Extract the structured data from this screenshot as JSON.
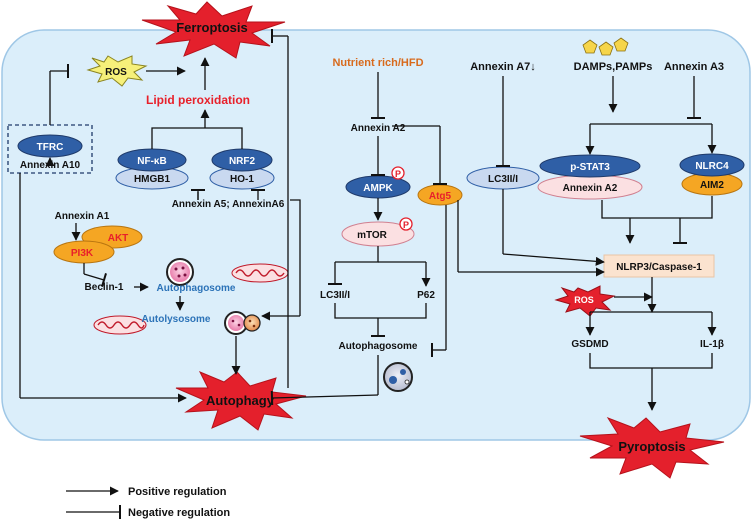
{
  "nodes": {
    "ferroptosis": "Ferroptosis",
    "ros_top": "ROS",
    "lipid_peroxidation": "Lipid peroxidation",
    "tfrc": "TFRC",
    "annexin_a10": "Annexin A10",
    "nfkb": "NF-κB",
    "hmgb1": "HMGB1",
    "nrf2": "NRF2",
    "ho1": "HO-1",
    "annexin_a5_a6": "Annexin A5; AnnexinA6",
    "annexin_a1": "Annexin A1",
    "akt": "AKT",
    "pi3k": "PI3K",
    "beclin1": "Beclin-1",
    "autophagosome_left": "Autophagosome",
    "autolysosome": "Autolysosome",
    "autophagy": "Autophagy",
    "nutrient": "Nutrient rich/HFD",
    "annexin_a2_mid": "Annexin A2",
    "ampk": "AMPK",
    "p_label": "P",
    "mtor": "mTOR",
    "atg5": "Atg5",
    "lc3_mid": "LC3II/I",
    "p62": "P62",
    "autophagosome_mid": "Autophagosome",
    "annexin_a7": "Annexin A7↓",
    "lc3_right": "LC3II/I",
    "damps": "DAMPs,PAMPs",
    "annexin_a3": "Annexin A3",
    "pstat3": "p-STAT3",
    "annexin_a2_right": "Annexin A2",
    "nlrc4": "NLRC4",
    "aim2": "AIM2",
    "nlrp3": "NLRP3/Caspase-1",
    "ros_right": "ROS",
    "gsdmd": "GSDMD",
    "il1b": "IL-1β",
    "pyroptosis": "Pyroptosis"
  },
  "legend": {
    "positive": "Positive regulation",
    "negative": "Negative regulation"
  },
  "colors": {
    "cell_fill": "#dbeefa",
    "cell_stroke": "#9fc7e6",
    "burst": "#e4202c",
    "ros_burst": "#f6f07a",
    "dark_blue": "#2f5fa6",
    "light_blue": "#c9d9f0",
    "orange": "#f5a623",
    "pink": "#fbe0e2",
    "peach": "#fbe3cf",
    "title_red": "#e8202a",
    "title_orange": "#d86a1c",
    "text_blue": "#2c73b8"
  }
}
